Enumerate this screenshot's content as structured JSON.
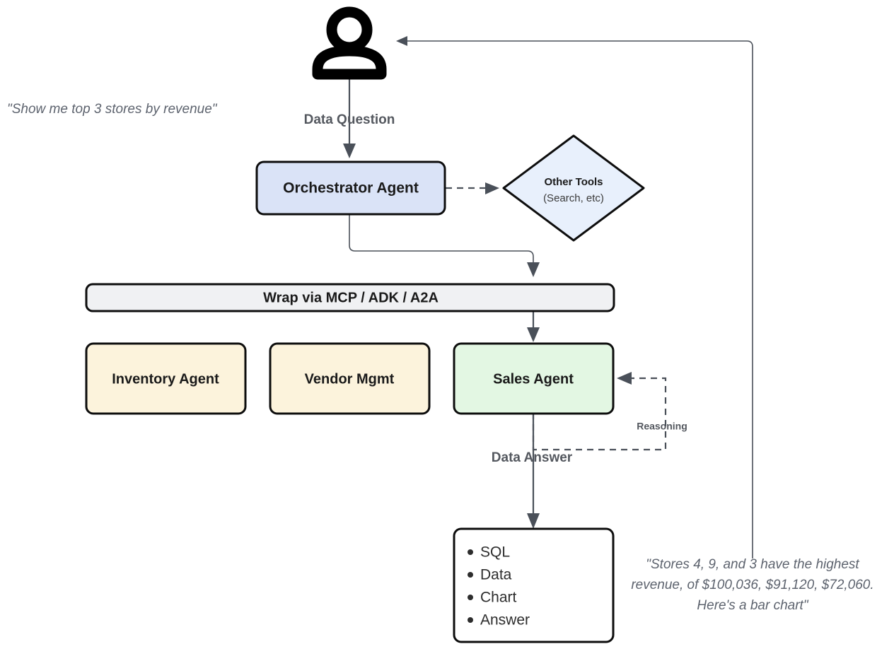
{
  "diagram": {
    "title": "Multi-Agent Data Question Flow",
    "colors": {
      "orchestrator_fill": "#dae3f7",
      "tools_fill": "#e8f0fc",
      "wrap_fill": "#f0f1f3",
      "agent_cream_fill": "#fcf3dc",
      "sales_fill": "#e3f7e3",
      "output_fill": "#ffffff",
      "border": "#0d0d0d",
      "edge": "#4a5059",
      "quote_text": "#5d636e",
      "label_text": "#54585f"
    },
    "actor": {
      "name": "user",
      "icon": "person-icon"
    },
    "quotes": {
      "user_question": "\"Show me top 3 stores by revenue\"",
      "final_answer_line1": "\"Stores 4, 9, and 3 have the highest",
      "final_answer_line2": "revenue, of $100,036, $91,120, $72,060.",
      "final_answer_line3": "Here's a bar chart\""
    },
    "nodes": {
      "orchestrator": {
        "label": "Orchestrator Agent"
      },
      "other_tools": {
        "label": "Other Tools",
        "sublabel": "(Search, etc)"
      },
      "wrap_bar": {
        "label": "Wrap via MCP / ADK / A2A"
      },
      "inventory_agent": {
        "label": "Inventory Agent"
      },
      "vendor_mgmt": {
        "label": "Vendor Mgmt"
      },
      "sales_agent": {
        "label": "Sales Agent"
      },
      "output": {
        "items": [
          "SQL",
          "Data",
          "Chart",
          "Answer"
        ]
      }
    },
    "edges": {
      "data_question": "Data Question",
      "data_answer": "Data Answer",
      "reasoning": "Reasoning"
    }
  }
}
